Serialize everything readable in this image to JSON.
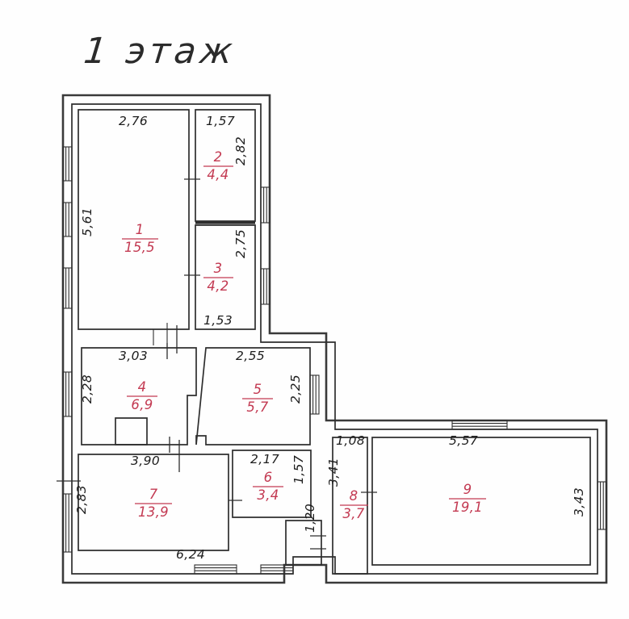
{
  "plan": {
    "title": "1 этаж",
    "units": "m",
    "rooms": [
      {
        "id": "1",
        "number": "1",
        "area": "15,5",
        "width": "2,76",
        "height": "5,61"
      },
      {
        "id": "2",
        "number": "2",
        "area": "4,4",
        "width": "1,57",
        "height": "2,82"
      },
      {
        "id": "3",
        "number": "3",
        "area": "4,2",
        "width": "1,53",
        "height": "2,75"
      },
      {
        "id": "4",
        "number": "4",
        "area": "6,9",
        "width": "3,03",
        "height": "2,28"
      },
      {
        "id": "5",
        "number": "5",
        "area": "5,7",
        "width": "2,55",
        "height": "2,25"
      },
      {
        "id": "6",
        "number": "6",
        "area": "3,4",
        "width": "2,17",
        "height": "1,57"
      },
      {
        "id": "7",
        "number": "7",
        "area": "13,9",
        "width": "6,24",
        "height": "2,83"
      },
      {
        "id": "8",
        "number": "8",
        "area": "3,7",
        "width": "1,08",
        "height": "3,41"
      },
      {
        "id": "9",
        "number": "9",
        "area": "19,1",
        "width": "5,57",
        "height": "3,43"
      }
    ],
    "dimensions": {
      "d_2_76": "2,76",
      "d_1_57_top": "1,57",
      "d_5_61": "5,61",
      "d_2_82": "2,82",
      "d_2_75": "2,75",
      "d_1_53": "1,53",
      "d_3_03": "3,03",
      "d_2_55": "2,55",
      "d_2_28": "2,28",
      "d_2_25": "2,25",
      "d_3_90": "3,90",
      "d_2_17": "2,17",
      "d_1_57_room6": "1,57",
      "d_2_83": "2,83",
      "d_6_24": "6,24",
      "d_1_20": "1,20",
      "d_1_08": "1,08",
      "d_3_41": "3,41",
      "d_5_57": "5,57",
      "d_3_43": "3,43"
    },
    "colors": {
      "room_label": "#c33a52",
      "dimension_text": "#1d1d1d",
      "wall": "#2e2e2e",
      "background": "#ffffff"
    }
  }
}
